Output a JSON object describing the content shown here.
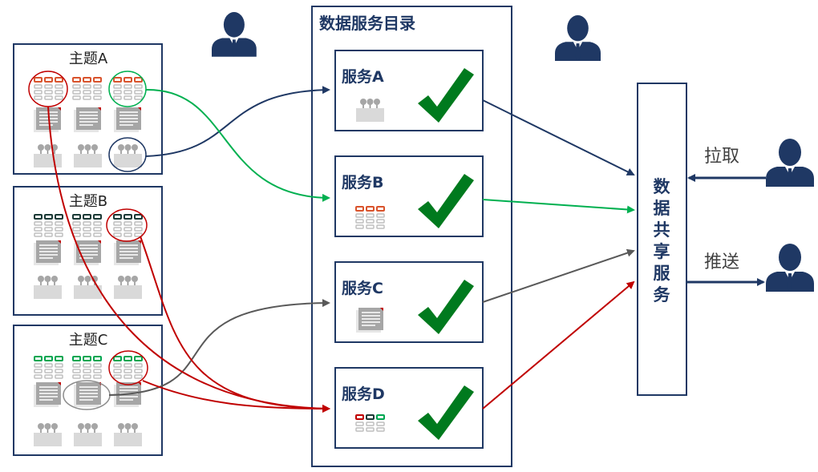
{
  "topics": [
    {
      "title": "主题A"
    },
    {
      "title": "主题B"
    },
    {
      "title": "主题C"
    }
  ],
  "catalog": {
    "title": "数据服务目录"
  },
  "services": [
    {
      "name": "服务A",
      "icon": "people-group-icon",
      "color": "#999999"
    },
    {
      "name": "服务B",
      "icon": "table-icon",
      "color": "#d9532c"
    },
    {
      "name": "服务C",
      "icon": "document-icon",
      "color": "#999999"
    },
    {
      "name": "服务D",
      "icon": "table-icon",
      "color": "#c00000"
    }
  ],
  "share": {
    "chars": [
      "数",
      "据",
      "共",
      "享",
      "服",
      "务"
    ]
  },
  "actions": {
    "pull": "拉取",
    "push": "推送"
  },
  "colors": {
    "navy": "#1f3864",
    "green": "#00b050",
    "red": "#c00000",
    "gray": "#595959",
    "check": "#007a1e",
    "table_orange": "#d9532c",
    "table_green": "#00a650",
    "table_dark": "#1b3a36"
  }
}
